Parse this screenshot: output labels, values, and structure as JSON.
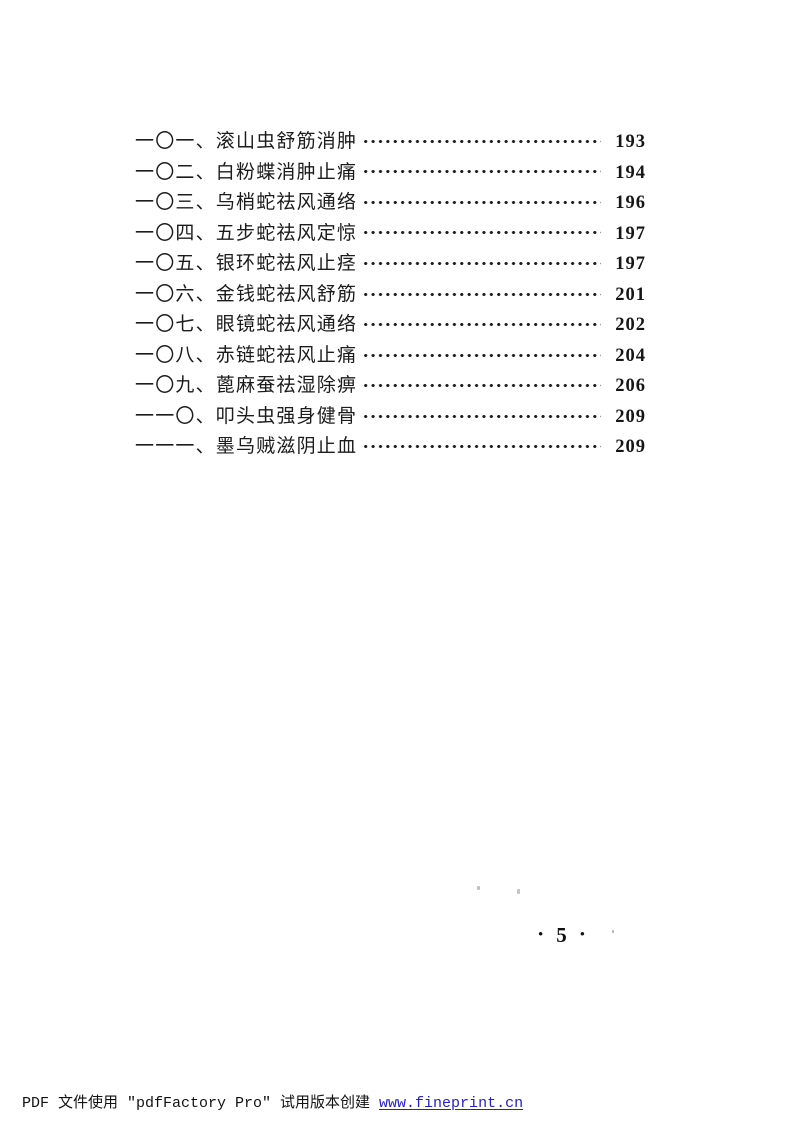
{
  "page": {
    "background": "#ffffff",
    "text_color": "#1c1c1c"
  },
  "toc": {
    "entries": [
      {
        "label": "一〇一、滚山虫舒筋消肿",
        "page": "193"
      },
      {
        "label": "一〇二、白粉蝶消肿止痛",
        "page": "194"
      },
      {
        "label": "一〇三、乌梢蛇祛风通络",
        "page": "196"
      },
      {
        "label": "一〇四、五步蛇祛风定惊",
        "page": "197"
      },
      {
        "label": "一〇五、银环蛇祛风止痉",
        "page": "197"
      },
      {
        "label": "一〇六、金钱蛇祛风舒筋",
        "page": "201"
      },
      {
        "label": "一〇七、眼镜蛇祛风通络",
        "page": "202"
      },
      {
        "label": "一〇八、赤链蛇祛风止痛",
        "page": "204"
      },
      {
        "label": "一〇九、蓖麻蚕祛湿除痹",
        "page": "206"
      },
      {
        "label": "一一〇、叩头虫强身健骨",
        "page": "209"
      },
      {
        "label": "一一一、墨乌贼滋阴止血",
        "page": "209"
      }
    ]
  },
  "page_number": {
    "left_dot": "•",
    "value": "5",
    "right_dot": "•"
  },
  "footer": {
    "text": "PDF 文件使用 ″pdfFactory Pro″ 试用版本创建 ",
    "link": "www.fineprint.cn",
    "link_color": "#2420cf"
  }
}
